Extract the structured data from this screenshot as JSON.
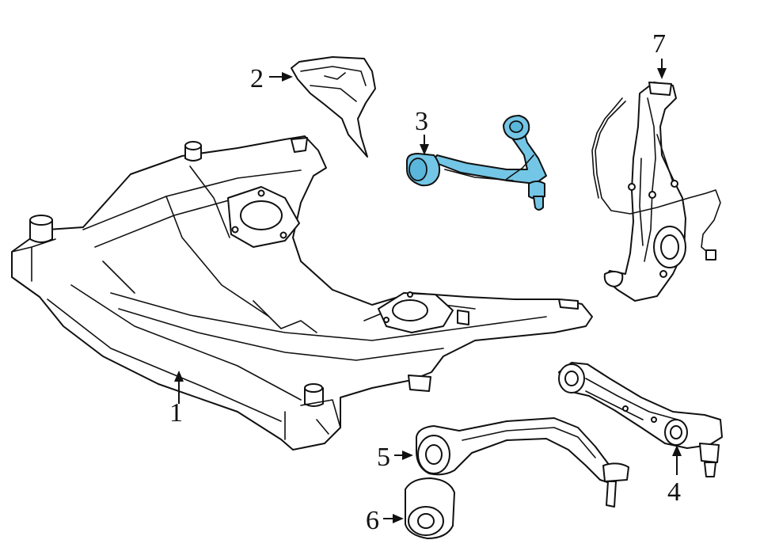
{
  "highlight_color": "#74c6e6",
  "callouts": {
    "c1": "1",
    "c2": "2",
    "c3": "3",
    "c4": "4",
    "c5": "5",
    "c6": "6",
    "c7": "7"
  }
}
